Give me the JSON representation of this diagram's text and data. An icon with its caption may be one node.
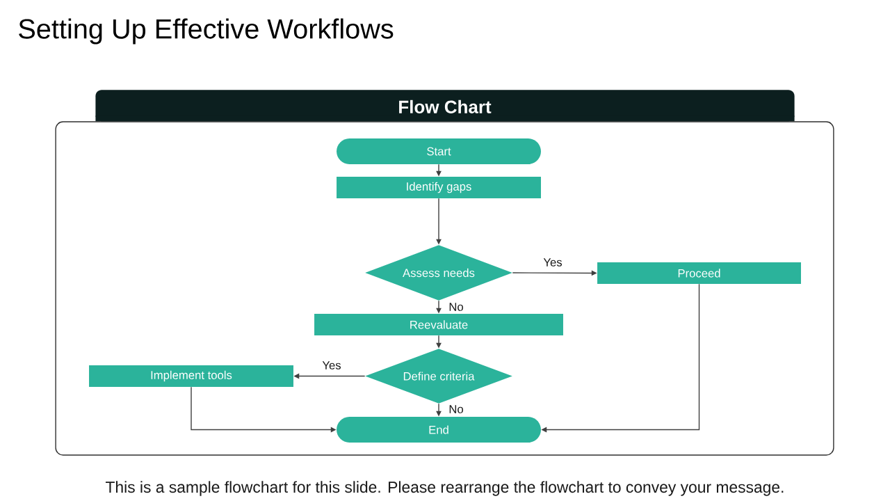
{
  "diagram": {
    "title": "Setting Up Effective Workflows",
    "caption": "This is a sample flowchart for this slide. Please rearrange the flowchart to convey your message.",
    "nodes": [
      {
        "text": [
          "Flow Chart"
        ]
      },
      {
        "text": [
          "Start"
        ],
        "in": 0
      },
      {
        "text": [
          "Identify gaps"
        ],
        "in": 0
      },
      {
        "text": [
          "Assess needs"
        ],
        "in": 0
      },
      {
        "text": [
          "Proceed"
        ],
        "in": 0
      },
      {
        "text": [
          "Reevaluate"
        ],
        "in": 0
      },
      {
        "text": [
          "Define criteria"
        ],
        "in": 0
      },
      {
        "text": [
          "Implement tools"
        ],
        "in": 0
      },
      {
        "text": [
          "End"
        ],
        "in": 0
      }
    ],
    "edges": [
      {
        "from": 1,
        "to": 2,
        "arrow": "to"
      },
      {
        "from": 2,
        "to": 3,
        "arrow": "to"
      },
      {
        "from": 3,
        "to": 4,
        "arrow": "to",
        "label": "Yes"
      },
      {
        "from": 3,
        "to": 5,
        "arrow": "to",
        "label": "No"
      },
      {
        "from": 5,
        "to": 6,
        "arrow": "to"
      },
      {
        "from": 6,
        "to": 7,
        "arrow": "to",
        "label": "Yes"
      },
      {
        "from": 6,
        "to": 8,
        "arrow": "to",
        "label": "No"
      },
      {
        "from": 7,
        "to": 8,
        "arrow": "to"
      },
      {
        "from": 4,
        "to": 8,
        "arrow": "to"
      }
    ]
  }
}
